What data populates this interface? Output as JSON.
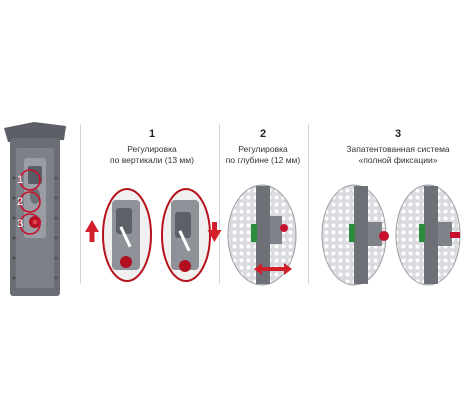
{
  "steps": [
    {
      "number": "1",
      "caption_line1": "Регулировка",
      "caption_line2": "по вертикали (13 мм)"
    },
    {
      "number": "2",
      "caption_line1": "Регулировка",
      "caption_line2": "по глубине (12 мм)"
    },
    {
      "number": "3",
      "caption_line1": "Запатентованная система",
      "caption_line2": "«полной фиксации»"
    }
  ],
  "callouts": [
    "1",
    "2",
    "3"
  ],
  "colors": {
    "metal_dark": "#55585e",
    "metal_light": "#9a9ea4",
    "accent_red": "#c8102e",
    "arrow_red": "#d21f2b",
    "green_insert": "#2e8b3e",
    "oval_border": "#b5121b"
  }
}
